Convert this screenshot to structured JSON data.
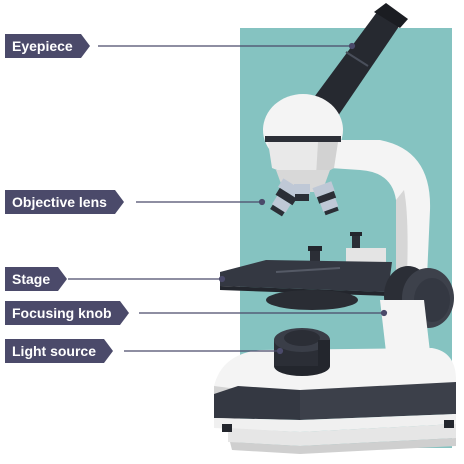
{
  "colors": {
    "label_bg": "#4b4a6a",
    "backdrop": "#85c3c1",
    "body_white": "#f4f4f4",
    "body_shadow": "#d3d3d3",
    "dark": "#343842",
    "darker": "#23262d",
    "lens_silver": "#bfc8d6"
  },
  "labels": {
    "eyepiece": "Eyepiece",
    "objective_lens": "Objective lens",
    "stage": "Stage",
    "focusing_knob": "Focusing knob",
    "light_source": "Light source"
  }
}
